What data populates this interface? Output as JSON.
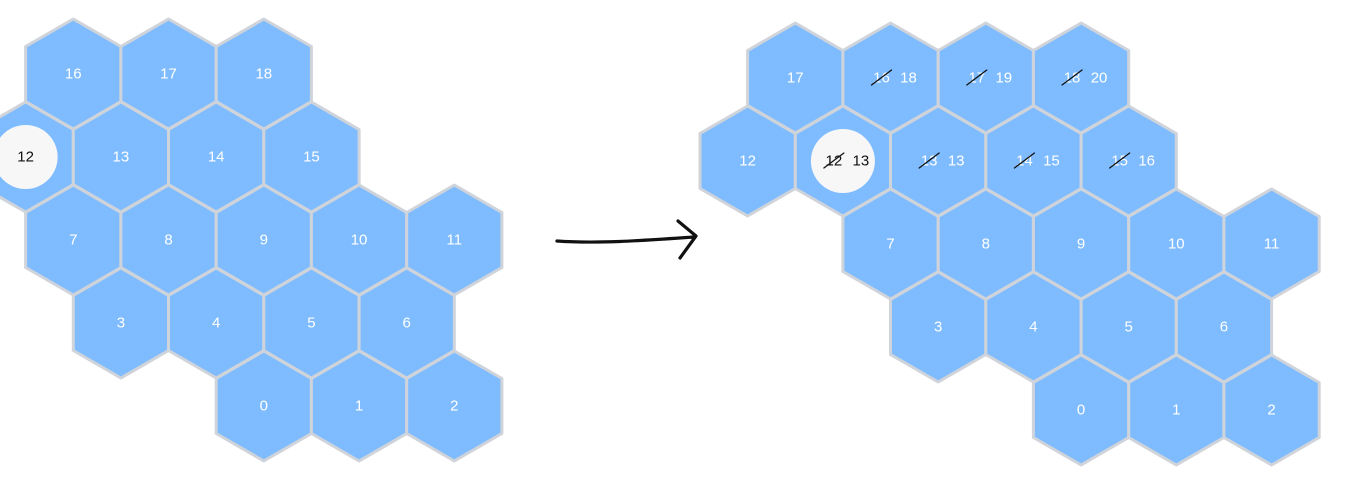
{
  "before": {
    "cells": [
      {
        "label": "16",
        "q": 2,
        "r": 5
      },
      {
        "label": "17",
        "q": 3,
        "r": 5
      },
      {
        "label": "18",
        "q": 4,
        "r": 5
      },
      {
        "label": "12",
        "q": 1,
        "r": 4,
        "marked": true
      },
      {
        "label": "13",
        "q": 2,
        "r": 4
      },
      {
        "label": "14",
        "q": 3,
        "r": 4
      },
      {
        "label": "15",
        "q": 4,
        "r": 4
      },
      {
        "label": "7",
        "q": 1,
        "r": 3
      },
      {
        "label": "8",
        "q": 2,
        "r": 3
      },
      {
        "label": "9",
        "q": 3,
        "r": 3
      },
      {
        "label": "10",
        "q": 4,
        "r": 3
      },
      {
        "label": "11",
        "q": 5,
        "r": 3
      },
      {
        "label": "3",
        "q": 1,
        "r": 2
      },
      {
        "label": "4",
        "q": 2,
        "r": 2
      },
      {
        "label": "5",
        "q": 3,
        "r": 2
      },
      {
        "label": "6",
        "q": 4,
        "r": 2
      },
      {
        "label": "0",
        "q": 2,
        "r": 1
      },
      {
        "label": "1",
        "q": 3,
        "r": 1
      },
      {
        "label": "2",
        "q": 4,
        "r": 1
      }
    ]
  },
  "after": {
    "cells": [
      {
        "label": "17",
        "q": 2,
        "r": 5
      },
      {
        "old": "16",
        "label": "18",
        "q": 3,
        "r": 5
      },
      {
        "old": "17",
        "label": "19",
        "q": 4,
        "r": 5
      },
      {
        "old": "18",
        "label": "20",
        "q": 5,
        "r": 5
      },
      {
        "label": "12",
        "q": 1,
        "r": 4
      },
      {
        "old": "12",
        "label": "13",
        "q": 2,
        "r": 4,
        "marked": true
      },
      {
        "old": "13",
        "label": "13",
        "q": 3,
        "r": 4
      },
      {
        "old": "14",
        "label": "15",
        "q": 4,
        "r": 4
      },
      {
        "old": "15",
        "label": "16",
        "q": 5,
        "r": 4
      },
      {
        "label": "7",
        "q": 2,
        "r": 3
      },
      {
        "label": "8",
        "q": 3,
        "r": 3
      },
      {
        "label": "9",
        "q": 4,
        "r": 3
      },
      {
        "label": "10",
        "q": 5,
        "r": 3
      },
      {
        "label": "11",
        "q": 6,
        "r": 3
      },
      {
        "label": "3",
        "q": 2,
        "r": 2
      },
      {
        "label": "4",
        "q": 3,
        "r": 2
      },
      {
        "label": "5",
        "q": 4,
        "r": 2
      },
      {
        "label": "6",
        "q": 5,
        "r": 2
      },
      {
        "label": "0",
        "q": 3,
        "r": 1
      },
      {
        "label": "1",
        "q": 4,
        "r": 1
      },
      {
        "label": "2",
        "q": 5,
        "r": 1
      }
    ]
  },
  "arrow_icon": "right-arrow-icon",
  "colors": {
    "cell_fill": "#7fbcff",
    "cell_border": "#cfd3da",
    "marker": "#f7f7f7"
  }
}
